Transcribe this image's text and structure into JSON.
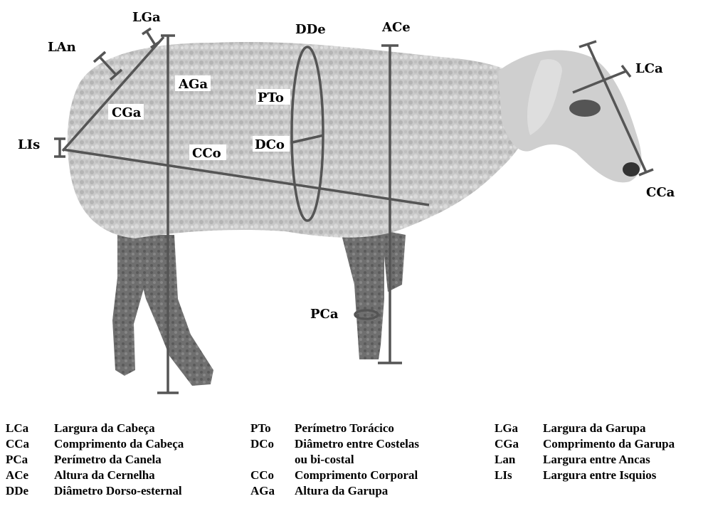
{
  "labels": {
    "lga": "LGa",
    "lan": "LAn",
    "cga": "CGa",
    "aga": "AGa",
    "lis": "LIs",
    "cco": "CCo",
    "dde": "DDe",
    "pto": "PTo",
    "dco": "DCo",
    "ace": "ACe",
    "lca": "LCa",
    "cca": "CCa",
    "pca": "PCa"
  },
  "legend": {
    "col1": [
      {
        "abbr": "LCa",
        "desc": "Largura da Cabeça"
      },
      {
        "abbr": "CCa",
        "desc": "Comprimento da Cabeça"
      },
      {
        "abbr": "PCa",
        "desc": "Perímetro da Canela"
      },
      {
        "abbr": "ACe",
        "desc": "Altura da Cernelha"
      },
      {
        "abbr": "DDe",
        "desc": "Diâmetro Dorso-esternal"
      }
    ],
    "col2": [
      {
        "abbr": "PTo",
        "desc": "Perímetro Torácico"
      },
      {
        "abbr": "DCo",
        "desc": "Diâmetro entre Costelas"
      },
      {
        "abbr": "",
        "desc": "ou bi-costal"
      },
      {
        "abbr": "CCo",
        "desc": "Comprimento Corporal"
      },
      {
        "abbr": "AGa",
        "desc": "Altura da Garupa"
      }
    ],
    "col3": [
      {
        "abbr": "LGa",
        "desc": "Largura da Garupa"
      },
      {
        "abbr": "CGa",
        "desc": "Comprimento da Garupa"
      },
      {
        "abbr": "Lan",
        "desc": "Largura entre Ancas"
      },
      {
        "abbr": "LIs",
        "desc": "Largura entre Isquios"
      }
    ]
  }
}
